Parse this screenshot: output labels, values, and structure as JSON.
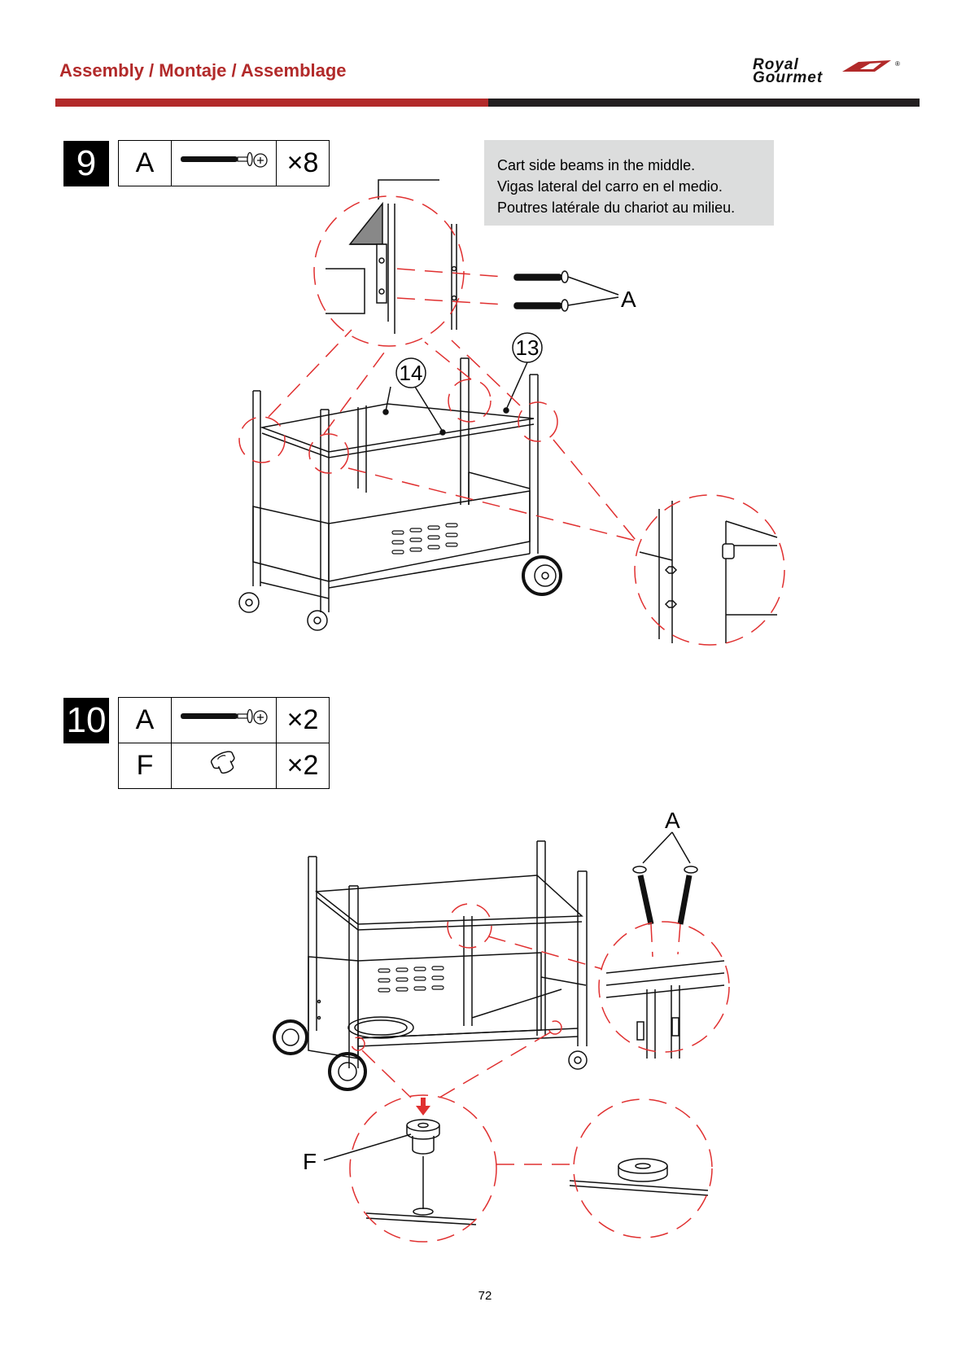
{
  "header": {
    "title": "Assembly / Montaje / Assemblage",
    "logo_line1": "Royal",
    "logo_line2": "Gourmet",
    "logo_reg": "®"
  },
  "colors": {
    "brand_red": "#b22a2a",
    "brand_dark": "#231f20",
    "note_bg": "#dcdddd",
    "dash_red": "#e03030"
  },
  "step9": {
    "number": "9",
    "parts": [
      {
        "letter": "A",
        "icon": "bolt-icon",
        "qty": "×8"
      }
    ],
    "note_lines": [
      "Cart side beams in the middle.",
      "Vigas lateral del carro en el medio.",
      "Poutres latérale du chariot au milieu."
    ],
    "callout_a": "A",
    "callout_13": "13",
    "callout_14": "14"
  },
  "step10": {
    "number": "10",
    "parts": [
      {
        "letter": "A",
        "icon": "bolt-icon",
        "qty": "×2"
      },
      {
        "letter": "F",
        "icon": "foot-icon",
        "qty": "×2"
      }
    ],
    "callout_a": "A",
    "callout_f": "F"
  },
  "page_number": "72"
}
